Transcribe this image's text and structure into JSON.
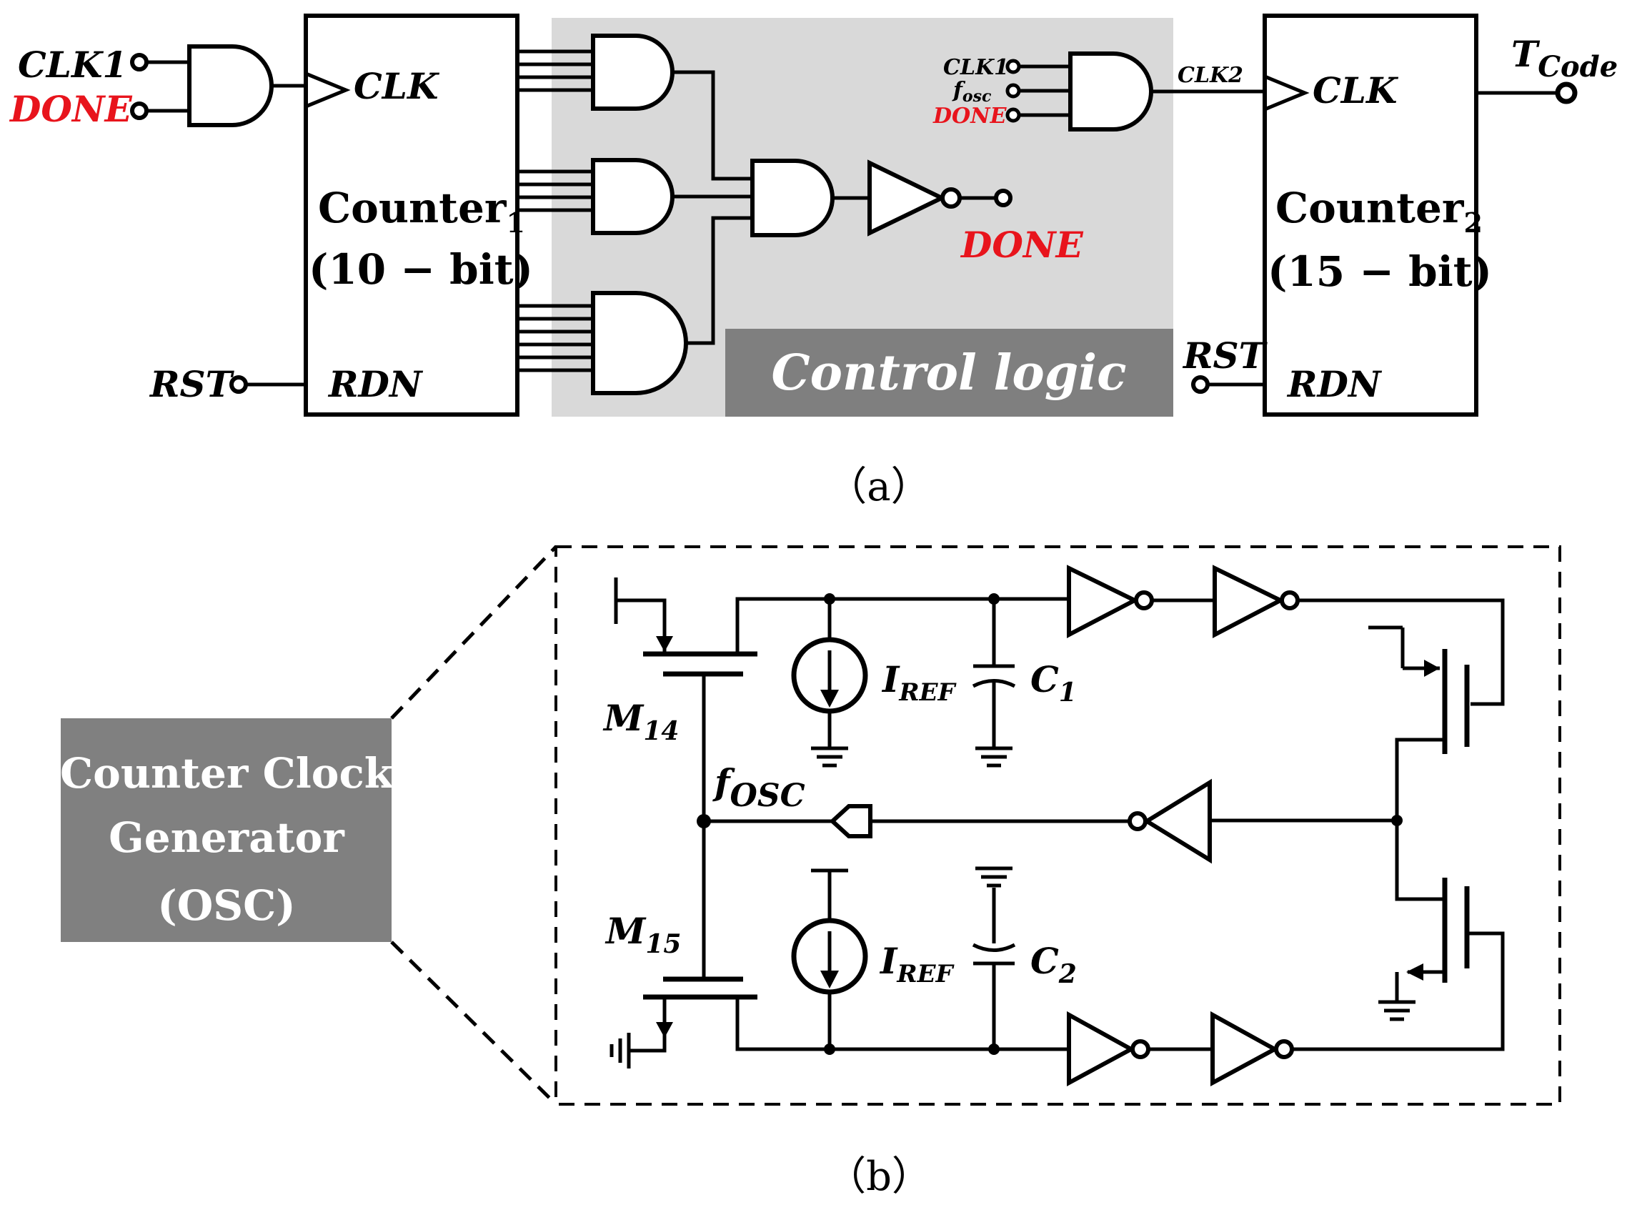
{
  "panel_a": {
    "caption": "（a）",
    "control_logic_label": "Control logic",
    "counter1": {
      "name": "Counter",
      "sub": "1",
      "bits": "(10 − bit)",
      "clk_pin": "CLK",
      "rdn_pin": "RDN"
    },
    "counter2": {
      "name": "Counter",
      "sub": "2",
      "bits": "(15 − bit)",
      "clk_pin": "CLK",
      "rdn_pin": "RDN"
    },
    "inputs": {
      "clk1": "CLK1",
      "done": "DONE",
      "rst1": "RST",
      "rst2": "RST"
    },
    "and4_inputs": {
      "clk1": "CLK1",
      "fosc_main": "f",
      "fosc_sub": "osc",
      "done": "DONE"
    },
    "clk2": "CLK2",
    "done_output": "DONE",
    "t_code_main": "T",
    "t_code_sub": "Code"
  },
  "panel_b": {
    "caption": "（b）",
    "osc_block": {
      "line1": "Counter Clock",
      "line2": "Generator",
      "line3": "(OSC)"
    },
    "m14_main": "M",
    "m14_sub": "14",
    "m15_main": "M",
    "m15_sub": "15",
    "iref_top_main": "I",
    "iref_top_sub": "REF",
    "iref_bot_main": "I",
    "iref_bot_sub": "REF",
    "c1_main": "C",
    "c1_sub": "1",
    "c2_main": "C",
    "c2_sub": "2",
    "fosc_main": "f",
    "fosc_sub": "OSC"
  },
  "colors": {
    "done_red": "#e8141c",
    "control_bg": "#d9d9d9",
    "banner_dark": "#7f7f7f",
    "osc_box": "#808080",
    "wire": "#000000"
  }
}
